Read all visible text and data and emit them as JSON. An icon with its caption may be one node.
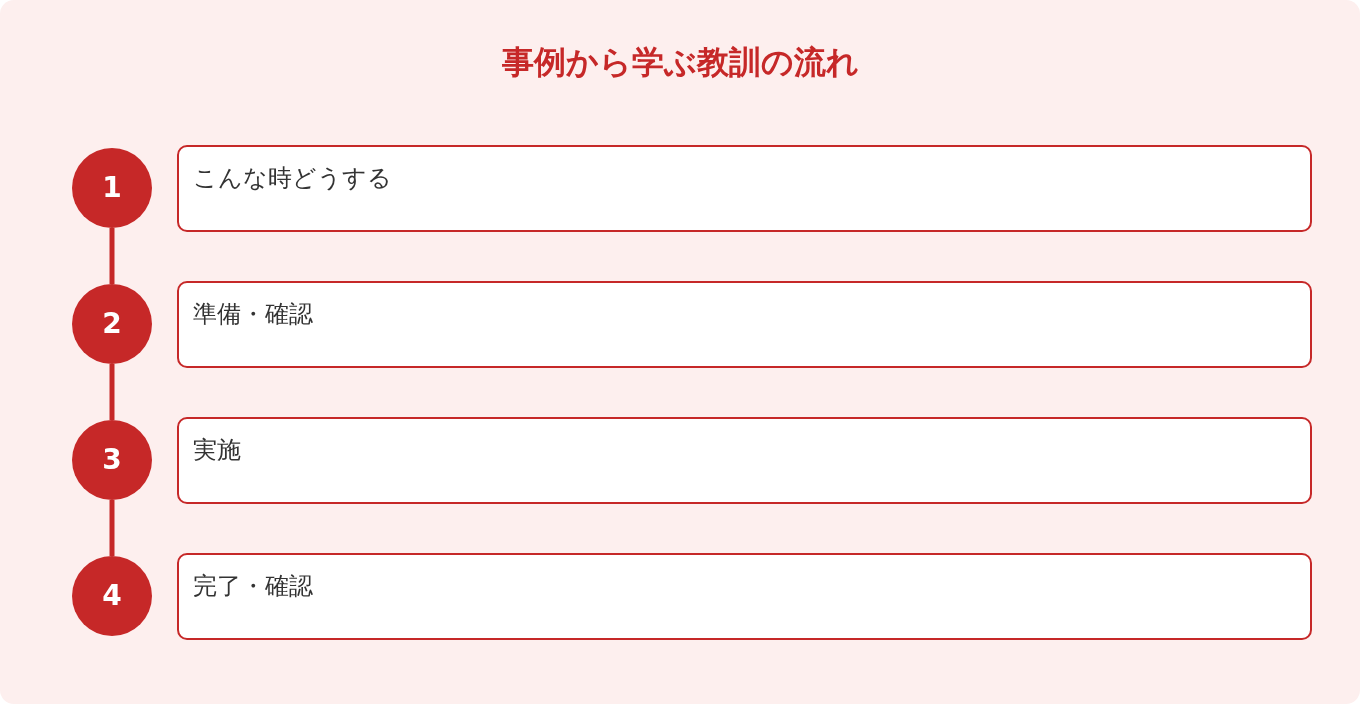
{
  "diagram": {
    "title": "事例から学ぶ教訓の流れ",
    "nodes": [
      {
        "text": [
          "1"
        ]
      },
      {
        "text": [
          "こんな時どうする"
        ]
      },
      {
        "text": [
          "2"
        ]
      },
      {
        "text": [
          "準備・確認"
        ]
      },
      {
        "text": [
          "3"
        ]
      },
      {
        "text": [
          "実施"
        ]
      },
      {
        "text": [
          "4"
        ]
      },
      {
        "text": [
          "完了・確認"
        ]
      }
    ],
    "edges": [
      {
        "from": 0,
        "to": 2,
        "arrow": "none"
      },
      {
        "from": 2,
        "to": 4,
        "arrow": "none"
      },
      {
        "from": 4,
        "to": 6,
        "arrow": "none"
      }
    ]
  }
}
